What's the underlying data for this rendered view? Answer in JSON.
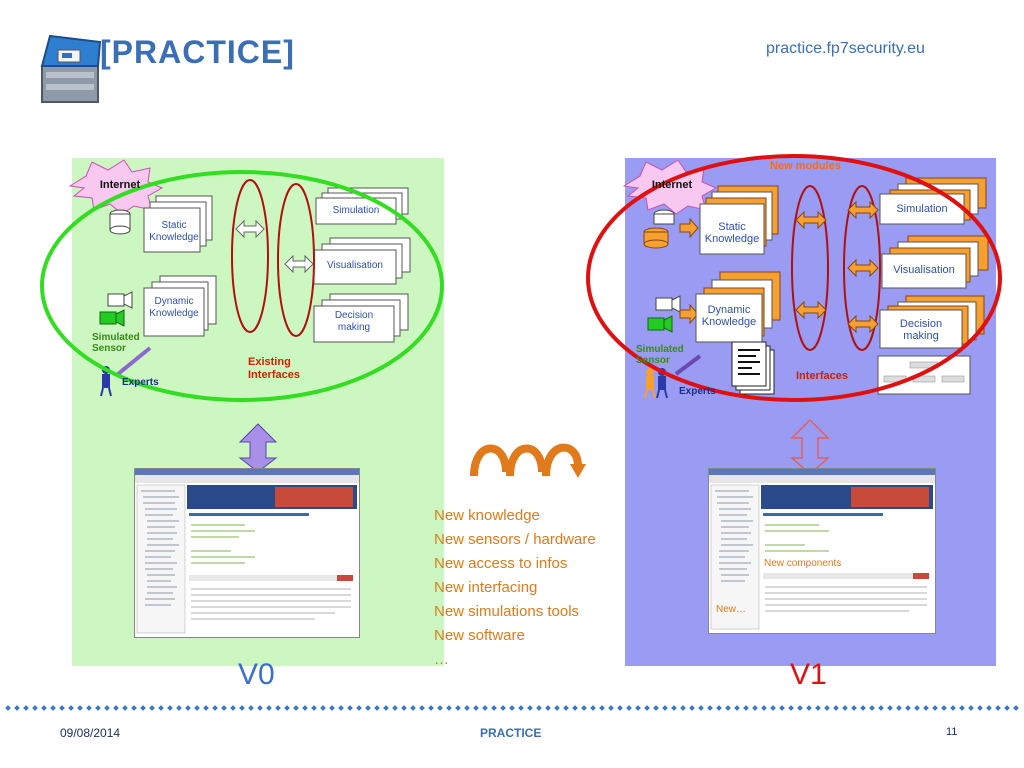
{
  "header": {
    "logo_text": "[PRACTICE]",
    "site_url": "practice.fp7security.eu"
  },
  "v0": {
    "internet": "Internet",
    "static_knowledge": [
      "Static",
      "Knowledge"
    ],
    "dynamic_knowledge": [
      "Dynamic",
      "Knowledge"
    ],
    "simulation": "Simulation",
    "visualisation": "Visualisation",
    "decision_making": [
      "Decision",
      "making"
    ],
    "simulated_sensor": [
      "Simulated",
      "Sensor"
    ],
    "experts": "Experts",
    "interfaces_label": [
      "Existing",
      "Interfaces"
    ],
    "version": "V0"
  },
  "v1": {
    "internet": "Internet",
    "new_modules": "New modules",
    "static_knowledge": [
      "Static",
      "Knowledge"
    ],
    "dynamic_knowledge": [
      "Dynamic",
      "Knowledge"
    ],
    "simulation": "Simulation",
    "visualisation": "Visualisation",
    "decision_making": [
      "Decision",
      "making"
    ],
    "simulated_sensor": [
      "Simulated",
      "Sensor"
    ],
    "experts": "Experts",
    "interfaces_label": "Interfaces",
    "new_components": "New components",
    "new_more": "New…",
    "version": "V1"
  },
  "changes": [
    "New knowledge",
    "New sensors / hardware",
    "New access to infos",
    "New interfacing",
    "New simulations tools",
    "New software",
    "…"
  ],
  "footer": {
    "date": "09/08/2014",
    "center": "PRACTICE",
    "page": "11"
  },
  "colors": {
    "v0_panel": "#cdf7c0",
    "v1_panel": "#9a9cf3",
    "green_ellipse": "#33dd22",
    "red_ellipse": "#e01010",
    "orange": "#e07a1a",
    "title_blue": "#3a6fb5"
  }
}
